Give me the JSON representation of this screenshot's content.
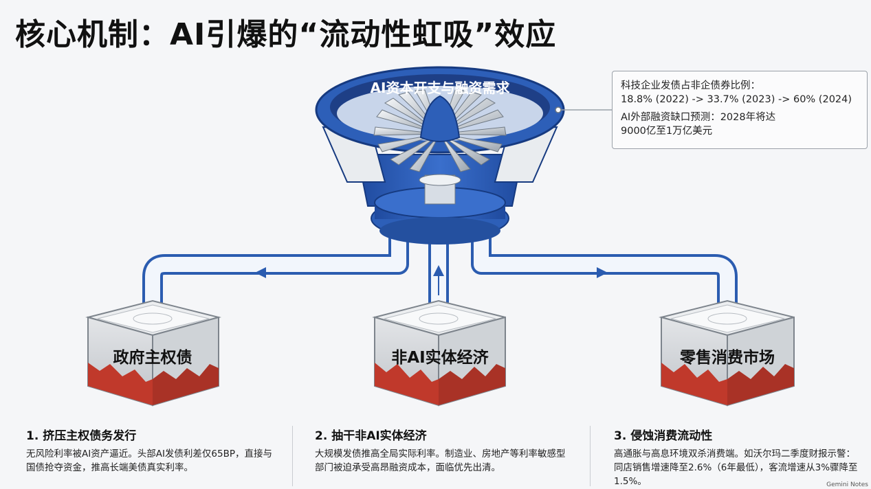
{
  "title": "核心机制：AI引爆的“流动性虹吸”效应",
  "turbine": {
    "label": "AI资本开支与融资需求"
  },
  "info_box": {
    "line1": "科技企业发债占非企债券比例：",
    "line2": "18.8% (2022) -> 33.7% (2023) -> 60% (2024)",
    "line3": "AI外部融资缺口预测：2028年将达",
    "line4": "9000亿至1万亿美元"
  },
  "reservoirs": [
    {
      "label": "政府主权债"
    },
    {
      "label": "非AI实体经济"
    },
    {
      "label": "零售消费市场"
    }
  ],
  "columns": [
    {
      "heading": "1. 挤压主权债务发行",
      "body": "无风险利率被AI资产逼近。头部AI发债利差仅65BP，直接与国债抢夺资金，推高长端美债真实利率。"
    },
    {
      "heading": "2. 抽干非AI实体经济",
      "body": "大规模发债推高全局实际利率。制造业、房地产等利率敏感型部门被迫承受高昂融资成本，面临优先出清。"
    },
    {
      "heading": "3. 侵蚀消费流动性",
      "body": "高通胀与高息环境双杀消费端。如沃尔玛二季度财报示警：同店销售增速降至2.6%（6年最低），客流增速从3%骤降至1.5%。"
    }
  ],
  "watermark": "Gemini Notes",
  "colors": {
    "turbine_blue": "#2d5fb8",
    "turbine_dark": "#1e3f86",
    "pipe_outline": "#2b5cb0",
    "crack_red": "#c0392b",
    "box_grey": "#d9dbde"
  }
}
